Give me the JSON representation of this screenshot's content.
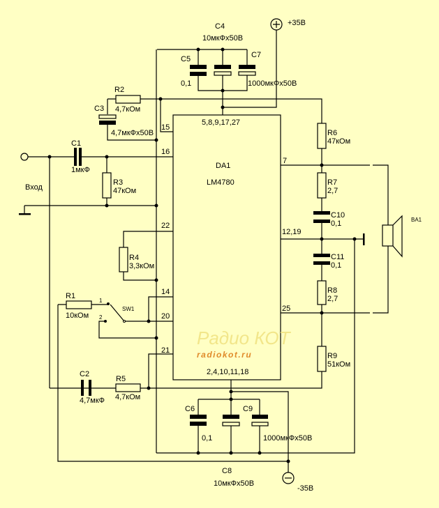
{
  "input_label": "Вход",
  "power": {
    "plus_label": "+35В",
    "minus_label": "-35В"
  },
  "ic": {
    "ref": "DA1",
    "part": "LM4780",
    "pins_top": "5,8,9,17,27",
    "pins_bottom": "2,4,10,11,18",
    "pin_15": "15",
    "pin_16": "16",
    "pin_22": "22",
    "pin_14": "14",
    "pin_20": "20",
    "pin_21": "21",
    "pin_7": "7",
    "pin_12_19": "12,19",
    "pin_25": "25"
  },
  "components": {
    "C1": {
      "ref": "C1",
      "value": "1мкФ"
    },
    "C2": {
      "ref": "C2",
      "value": "4,7мкФ"
    },
    "C3": {
      "ref": "C3",
      "value": "4,7мкФх50В"
    },
    "C4": {
      "ref": "C4",
      "value": "10мкФх50В"
    },
    "C5": {
      "ref": "C5",
      "value": "0,1"
    },
    "C6": {
      "ref": "C6",
      "value": "0,1"
    },
    "C7": {
      "ref": "C7",
      "value": "1000мкФх50В"
    },
    "C8": {
      "ref": "C8",
      "value": "10мкФх50В"
    },
    "C9": {
      "ref": "C9",
      "value": "1000мкФх50В"
    },
    "C10": {
      "ref": "C10",
      "value": "0,1"
    },
    "C11": {
      "ref": "C11",
      "value": "0,1"
    },
    "R1": {
      "ref": "R1",
      "value": "10кОм"
    },
    "R2": {
      "ref": "R2",
      "value": "4,7кОм"
    },
    "R3": {
      "ref": "R3",
      "value": "47кОм"
    },
    "R4": {
      "ref": "R4",
      "value": "3,3кОм"
    },
    "R5": {
      "ref": "R5",
      "value": "4,7кОм"
    },
    "R6": {
      "ref": "R6",
      "value": "47кОм"
    },
    "R7": {
      "ref": "R7",
      "value": "2,7"
    },
    "R8": {
      "ref": "R8",
      "value": "2,7"
    },
    "R9": {
      "ref": "R9",
      "value": "51кОм"
    },
    "SW1": {
      "ref": "SW1",
      "pos1": "1",
      "pos2": "2"
    },
    "BA1": {
      "ref": "BA1"
    }
  },
  "watermark": {
    "logo": "Радио КОТ",
    "url": "radiokot.ru"
  },
  "colors": {
    "background": "#FFFFC4",
    "wire": "#000000",
    "watermark_logo": "#F2E68A",
    "watermark_url": "#E08A2A"
  }
}
